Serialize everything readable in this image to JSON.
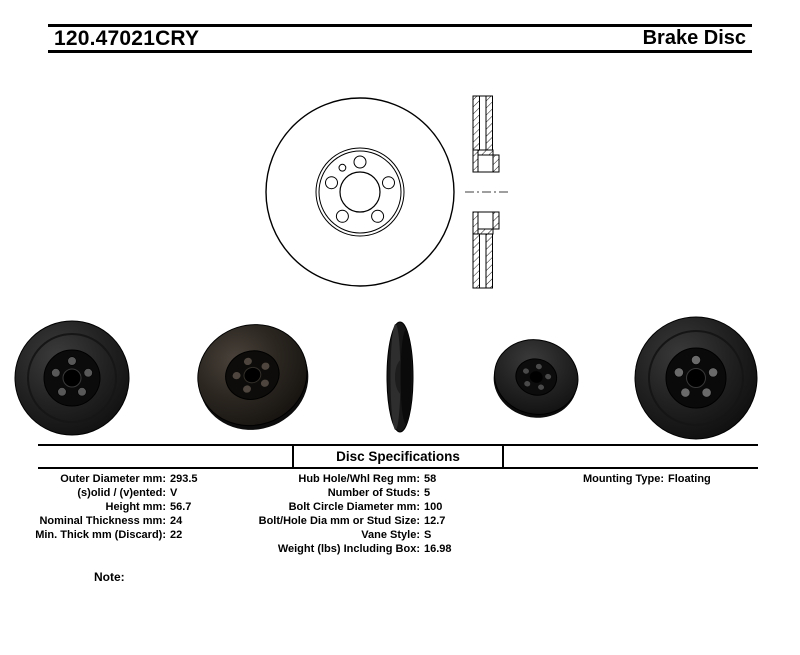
{
  "header": {
    "part_number": "120.47021CRY",
    "product_name": "Brake Disc"
  },
  "drawing": {
    "front_view": "brake-disc-front-line-drawing",
    "section_view": "brake-disc-cross-section-hatched"
  },
  "photos": [
    "rotor-front-view",
    "rotor-three-quarter-view",
    "rotor-edge-view",
    "rotor-three-quarter-small-view",
    "rotor-front-view-large"
  ],
  "specs": {
    "title": "Disc Specifications",
    "left": [
      {
        "label": "Outer Diameter mm:",
        "value": "293.5"
      },
      {
        "label": "(s)olid / (v)ented:",
        "value": "V"
      },
      {
        "label": "Height mm:",
        "value": "56.7"
      },
      {
        "label": "Nominal Thickness mm:",
        "value": "24"
      },
      {
        "label": "Min. Thick mm (Discard):",
        "value": "22"
      }
    ],
    "middle": [
      {
        "label": "Hub Hole/Whl Reg mm:",
        "value": "58"
      },
      {
        "label": "Number of Studs:",
        "value": "5"
      },
      {
        "label": "Bolt Circle Diameter mm:",
        "value": "100"
      },
      {
        "label": "Bolt/Hole Dia mm or Stud Size:",
        "value": "12.7"
      },
      {
        "label": "Vane Style:",
        "value": "S"
      },
      {
        "label": "Weight (lbs) Including Box:",
        "value": "16.98"
      }
    ],
    "right": [
      {
        "label": "Mounting Type:",
        "value": "Floating"
      }
    ]
  },
  "note_label": "Note:",
  "colors": {
    "background": "#ffffff",
    "line": "#000000",
    "text": "#000000",
    "rotor_body": "#1f1f1f",
    "rotor_hub": "#0b0b0b",
    "bolt_hole": "#5a5a5a"
  }
}
